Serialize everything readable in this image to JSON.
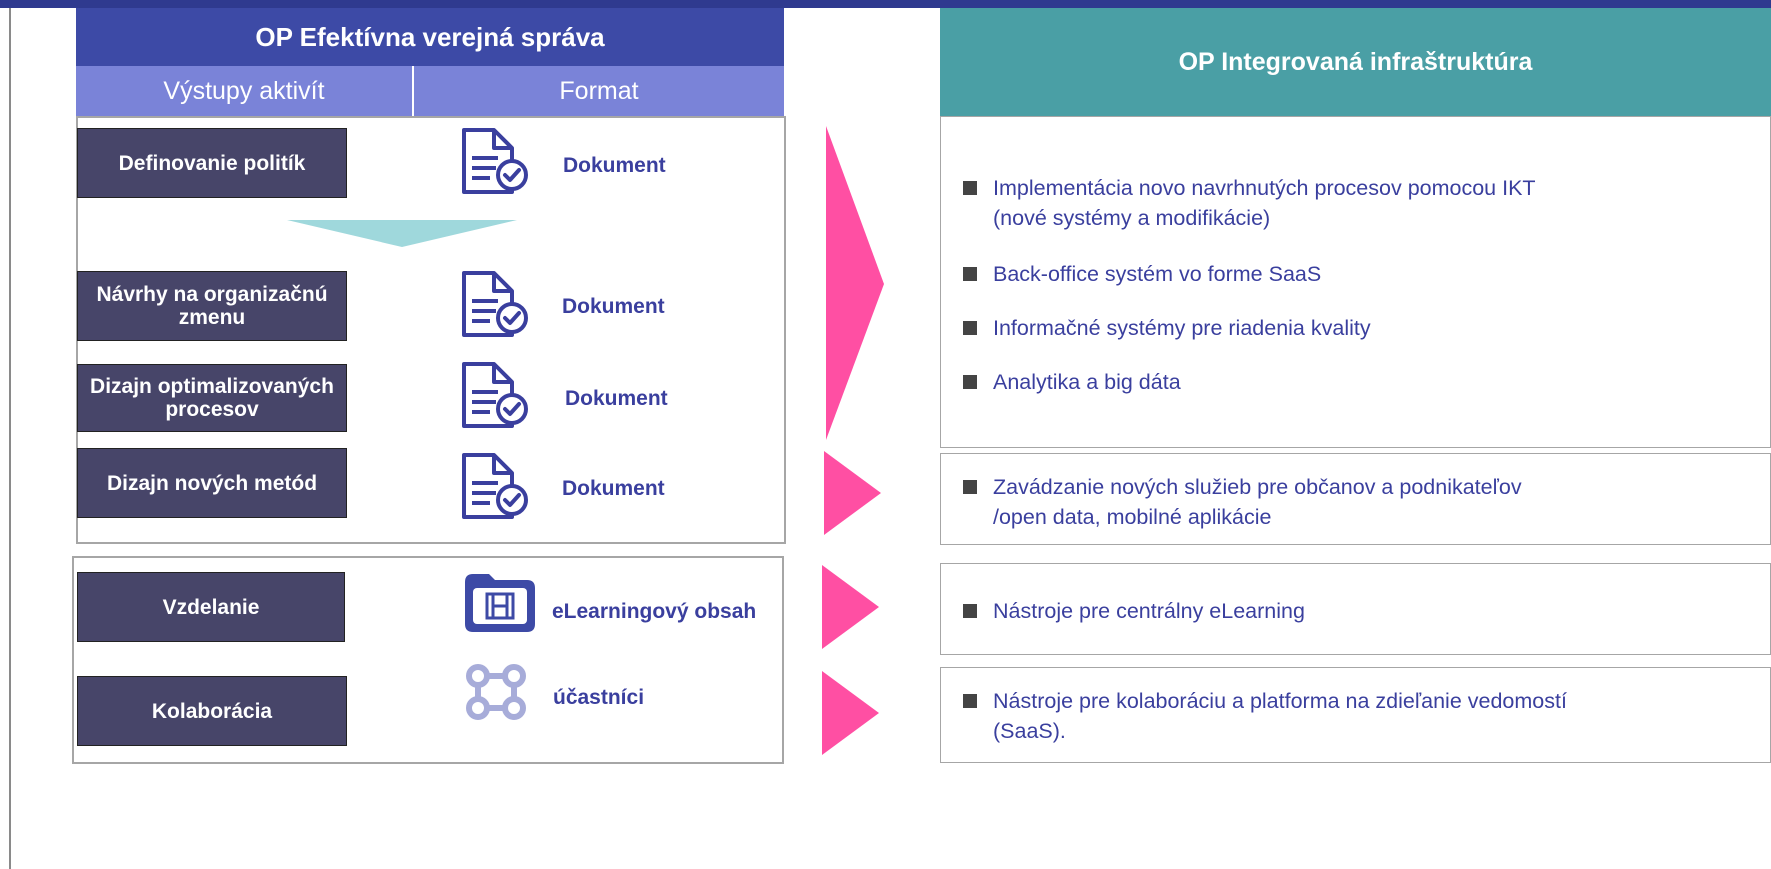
{
  "left_panel": {
    "title": "OP Efektívna verejná správa",
    "col1_header": "Výstupy aktivít",
    "col2_header": "Format",
    "activities": [
      {
        "label": "Definovanie politík",
        "format": "Dokument",
        "icon": "document-check-icon"
      },
      {
        "label": "Návrhy na organizačnú zmenu",
        "format": "Dokument",
        "icon": "document-check-icon"
      },
      {
        "label": "Dizajn optimalizovaných procesov",
        "format": "Dokument",
        "icon": "document-check-icon"
      },
      {
        "label": "Dizajn nových metód",
        "format": "Dokument",
        "icon": "document-check-icon"
      },
      {
        "label": "Vzdelanie",
        "format": "eLearningový obsah",
        "icon": "film-folder-icon"
      },
      {
        "label": "Kolaborácia",
        "format": "účastníci",
        "icon": "network-nodes-icon"
      }
    ]
  },
  "right_panel": {
    "title": "OP Integrovaná infraštruktúra",
    "box1": [
      "Implementácia novo navrhnutých procesov pomocou IKT (nové systémy a modifikácie)",
      "Back-office systém vo forme SaaS",
      "Informačné systémy pre riadenia kvality",
      "Analytika a big dáta"
    ],
    "box2": [
      "Zavádzanie nových služieb pre občanov a podnikateľov /open data, mobilné aplikácie"
    ],
    "box3": [
      "Nástroje pre centrálny eLearning"
    ],
    "box4": [
      "Nástroje pre kolaboráciu a platforma na zdieľanie vedomostí (SaaS)."
    ]
  },
  "colors": {
    "left_header": "#3d4aa6",
    "subheader": "#7a83d8",
    "activity_box": "#474569",
    "format_text": "#3a3f9e",
    "right_header": "#4a9fa5",
    "arrow": "#ff4fa3",
    "down_arrow": "#9fd8dc"
  }
}
